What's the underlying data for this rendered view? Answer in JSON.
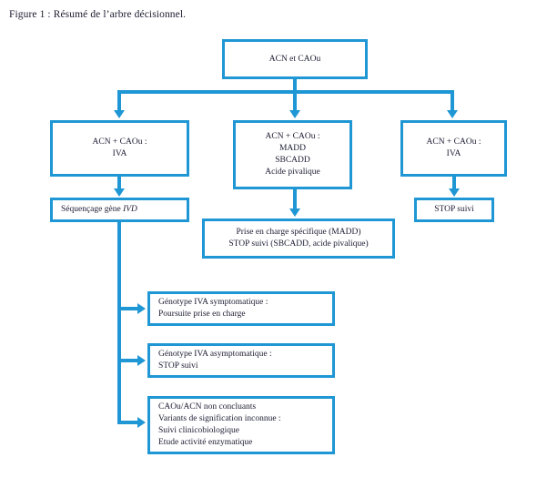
{
  "figure": {
    "caption": "Figure 1 : Résumé de l’arbre décisionnel.",
    "accent_color": "#1f97d4",
    "text_color": "#1c1c33",
    "background_color": "#ffffff"
  },
  "chart_data": {
    "type": "diagram",
    "title": "Figure 1 : Résumé de l’arbre décisionnel.",
    "orientation": "top-down decision tree",
    "nodes": [
      {
        "id": "root",
        "lines": [
          "ACN et CAOu"
        ],
        "align": "center",
        "level": 0
      },
      {
        "id": "left-iva",
        "lines": [
          "ACN + CAOu :",
          "IVA"
        ],
        "align": "center",
        "level": 1
      },
      {
        "id": "middle-madd",
        "lines": [
          "ACN + CAOu :",
          "MADD",
          "SBCADD",
          "Acide pivalique"
        ],
        "align": "center",
        "level": 1
      },
      {
        "id": "right-iva",
        "lines": [
          "ACN + CAOu :",
          "IVA"
        ],
        "align": "center",
        "level": 1
      },
      {
        "id": "sequencage",
        "lines": [
          "Séquençage gène IVD"
        ],
        "align": "left",
        "level": 2,
        "italic_terms": [
          "IVD"
        ]
      },
      {
        "id": "prise-en-charge-madd",
        "lines": [
          "Prise en charge spécifique (MADD)",
          "STOP suivi (SBCADD, acide pivalique)"
        ],
        "align": "center",
        "level": 2
      },
      {
        "id": "stop-suivi-right",
        "lines": [
          "STOP suivi"
        ],
        "align": "center",
        "level": 2
      },
      {
        "id": "genotype-symptomatique",
        "lines": [
          "Génotype IVA symptomatique :",
          "Poursuite prise en charge"
        ],
        "align": "left",
        "level": 3
      },
      {
        "id": "genotype-asymptomatique",
        "lines": [
          "Génotype IVA asymptomatique :",
          "STOP suivi"
        ],
        "align": "left",
        "level": 3
      },
      {
        "id": "non-concluants",
        "lines": [
          "CAOu/ACN non concluants",
          "Variants de signification inconnue :",
          "Suivi clinicobiologique",
          "Etude activité enzymatique"
        ],
        "align": "left",
        "level": 3
      }
    ],
    "edges": [
      {
        "from": "root",
        "to": "left-iva"
      },
      {
        "from": "root",
        "to": "middle-madd"
      },
      {
        "from": "root",
        "to": "right-iva"
      },
      {
        "from": "left-iva",
        "to": "sequencage"
      },
      {
        "from": "middle-madd",
        "to": "prise-en-charge-madd"
      },
      {
        "from": "right-iva",
        "to": "stop-suivi-right"
      },
      {
        "from": "sequencage",
        "to": "genotype-symptomatique"
      },
      {
        "from": "sequencage",
        "to": "genotype-asymptomatique"
      },
      {
        "from": "sequencage",
        "to": "non-concluants"
      }
    ]
  },
  "nodes": {
    "root": {
      "l0": "ACN et CAOu"
    },
    "left_iva": {
      "l0": "ACN + CAOu :",
      "l1": "IVA"
    },
    "middle_madd": {
      "l0": "ACN + CAOu :",
      "l1": "MADD",
      "l2": "SBCADD",
      "l3": "Acide pivalique"
    },
    "right_iva": {
      "l0": "ACN + CAOu :",
      "l1": "IVA"
    },
    "sequencage": {
      "pre": "Séquençage gène ",
      "gene": "IVD"
    },
    "prise_en_charge_madd": {
      "l0": "Prise en charge spécifique (MADD)",
      "l1": "STOP suivi (SBCADD, acide pivalique)"
    },
    "stop_suivi_right": {
      "l0": "STOP suivi"
    },
    "genotype_symptomatique": {
      "l0": "Génotype IVA symptomatique :",
      "l1": "Poursuite prise en charge"
    },
    "genotype_asymptomatique": {
      "l0": "Génotype IVA asymptomatique :",
      "l1": "STOP suivi"
    },
    "non_concluants": {
      "l0": "CAOu/ACN non concluants",
      "l1": "Variants de signification inconnue :",
      "l2": "Suivi clinicobiologique",
      "l3": "Etude activité enzymatique"
    }
  }
}
